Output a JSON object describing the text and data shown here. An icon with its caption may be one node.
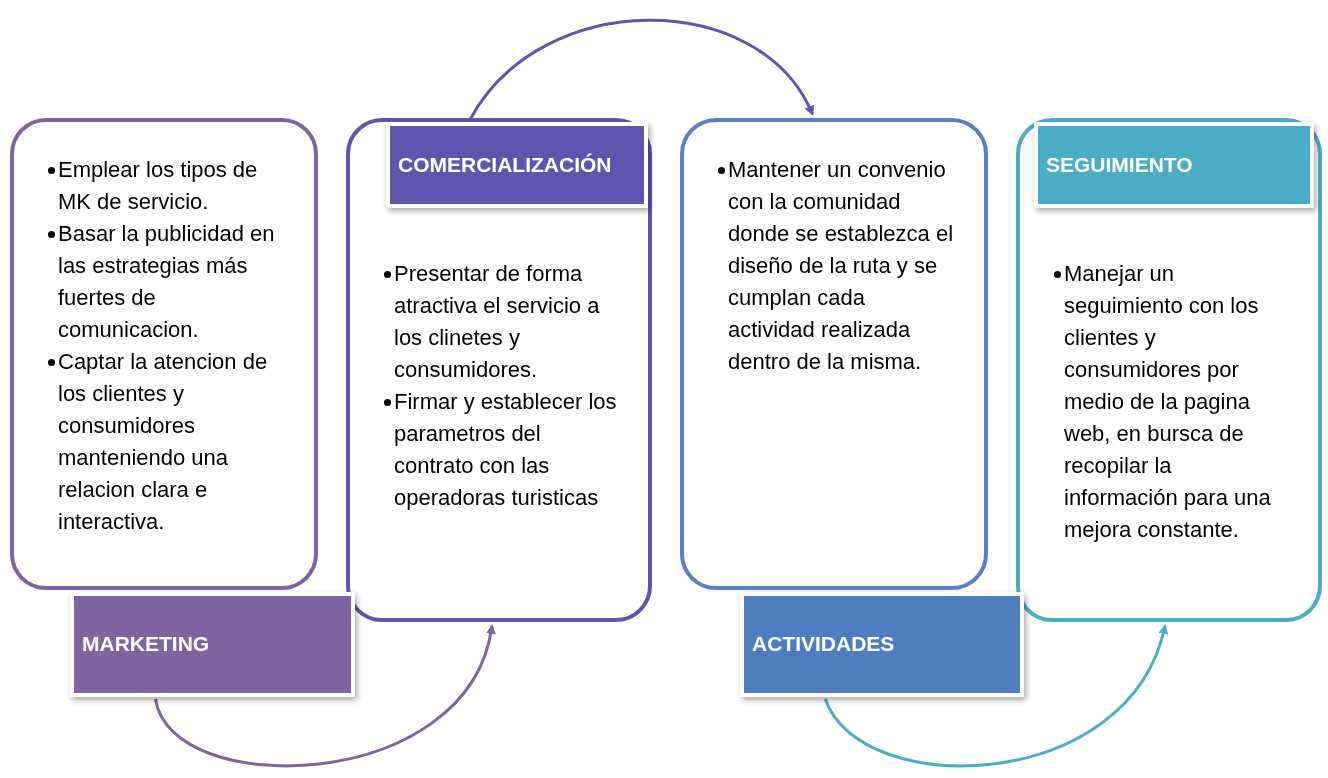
{
  "diagram": {
    "nodes": [
      {
        "text": [
          "Emplear los tipos de MK de servicio.",
          "Basar la publicidad en las estrategias más fuertes de comunicacion.",
          "Captar la atencion de los clientes y consumidores manteniendo una relacion clara e interactiva."
        ]
      },
      {
        "text": [
          "MARKETING"
        ]
      },
      {
        "text": [
          "Presentar  de forma atractiva el servicio a los clinetes y consumidores.",
          "Firmar y establecer los parametros del contrato con las operadoras turisticas"
        ]
      },
      {
        "text": [
          "COMERCIALIZACIÓN"
        ],
        "in": 2
      },
      {
        "text": [
          "Mantener un convenio con la comunidad donde se establezca el diseño de la ruta y se cumplan cada actividad realizada dentro de la misma."
        ]
      },
      {
        "text": [
          "ACTIVIDADES"
        ]
      },
      {
        "text": [
          "Manejar un seguimiento con los clientes y consumidores por medio de la pagina web, en bursca de recopilar la información para una mejora constante."
        ]
      },
      {
        "text": [
          "SEGUIMIENTO"
        ],
        "in": 6
      }
    ],
    "edges": [
      {
        "from": 1,
        "to": 2,
        "arrow": "to",
        "color": "#8064a2"
      },
      {
        "from": 3,
        "to": 4,
        "arrow": "to",
        "color": "#5f55ad"
      },
      {
        "from": 5,
        "to": 6,
        "arrow": "to",
        "color": "#4bacc6"
      }
    ]
  }
}
